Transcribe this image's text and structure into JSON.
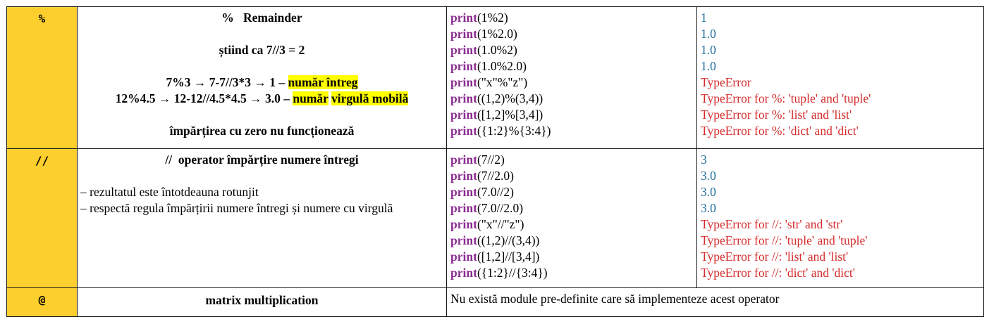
{
  "rows": [
    {
      "symbol": "%",
      "title": "%   Remainder",
      "line1": "știind ca 7//3 = 2",
      "ex1_text": "7%3 → 7-7//3*3 → 1 – ",
      "ex1_hl": "număr întreg",
      "ex2_text": "12%4.5 → 12-12//4.5*4.5 → 3.0 – ",
      "ex2_hl1": "număr",
      "ex2_hl2": "virgulă mobilă",
      "footer": "împărțirea cu zero nu funcționează",
      "code": [
        {
          "kw": "print",
          "arg": "(1%2)"
        },
        {
          "kw": "print",
          "arg": "(1%2.0)"
        },
        {
          "kw": "print",
          "arg": "(1.0%2)"
        },
        {
          "kw": "print",
          "arg": "(1.0%2.0)"
        },
        {
          "kw": "print",
          "arg": "(\"x\"%\"z\")"
        },
        {
          "kw": "print",
          "arg": "((1,2)%(3,4))"
        },
        {
          "kw": "print",
          "arg": "([1,2]%[3,4])"
        },
        {
          "kw": "print",
          "arg": "({1:2}%{3:4})"
        }
      ],
      "output": [
        {
          "text": "1",
          "type": "ok"
        },
        {
          "text": "1.0",
          "type": "ok"
        },
        {
          "text": "1.0",
          "type": "ok"
        },
        {
          "text": "1.0",
          "type": "ok"
        },
        {
          "text": "TypeError",
          "type": "err"
        },
        {
          "text": "TypeError for %: 'tuple' and 'tuple'",
          "type": "err"
        },
        {
          "text": "TypeError for %: 'list' and 'list'",
          "type": "err"
        },
        {
          "text": "TypeError for %: 'dict' and 'dict'",
          "type": "err"
        }
      ]
    },
    {
      "symbol": "//",
      "title": "//  operator împărțire numere întregi",
      "bullet1": "– rezultatul este întotdeauna rotunjit",
      "bullet2": "– respectă regula împărțirii numere întregi și numere cu virgulă",
      "code": [
        {
          "kw": "print",
          "arg": "(7//2)"
        },
        {
          "kw": "print",
          "arg": "(7//2.0)"
        },
        {
          "kw": "print",
          "arg": "(7.0//2)"
        },
        {
          "kw": "print",
          "arg": "(7.0//2.0)"
        },
        {
          "kw": "print",
          "arg": "(\"x\"//\"z\")"
        },
        {
          "kw": "print",
          "arg": "((1,2)//(3,4))"
        },
        {
          "kw": "print",
          "arg": "([1,2]//[3,4])"
        },
        {
          "kw": "print",
          "arg": "({1:2}//{3:4})"
        }
      ],
      "output": [
        {
          "text": "3",
          "type": "ok"
        },
        {
          "text": "3.0",
          "type": "ok"
        },
        {
          "text": "3.0",
          "type": "ok"
        },
        {
          "text": "3.0",
          "type": "ok"
        },
        {
          "text": "TypeError for //: 'str' and 'str'",
          "type": "err"
        },
        {
          "text": "TypeError for //: 'tuple' and 'tuple'",
          "type": "err"
        },
        {
          "text": "TypeError for //: 'list' and 'list'",
          "type": "err"
        },
        {
          "text": "TypeError for //: 'dict' and 'dict'",
          "type": "err"
        }
      ]
    },
    {
      "symbol": "@",
      "title": "matrix multiplication",
      "note": "Nu există module pre-definite care să implementeze acest operator"
    }
  ],
  "colors": {
    "symbol_bg": "#fccf2e",
    "highlight": "#ffff00",
    "keyword": "#8b2c91",
    "result_ok": "#1f6e9c",
    "result_error": "#d62b2b"
  }
}
